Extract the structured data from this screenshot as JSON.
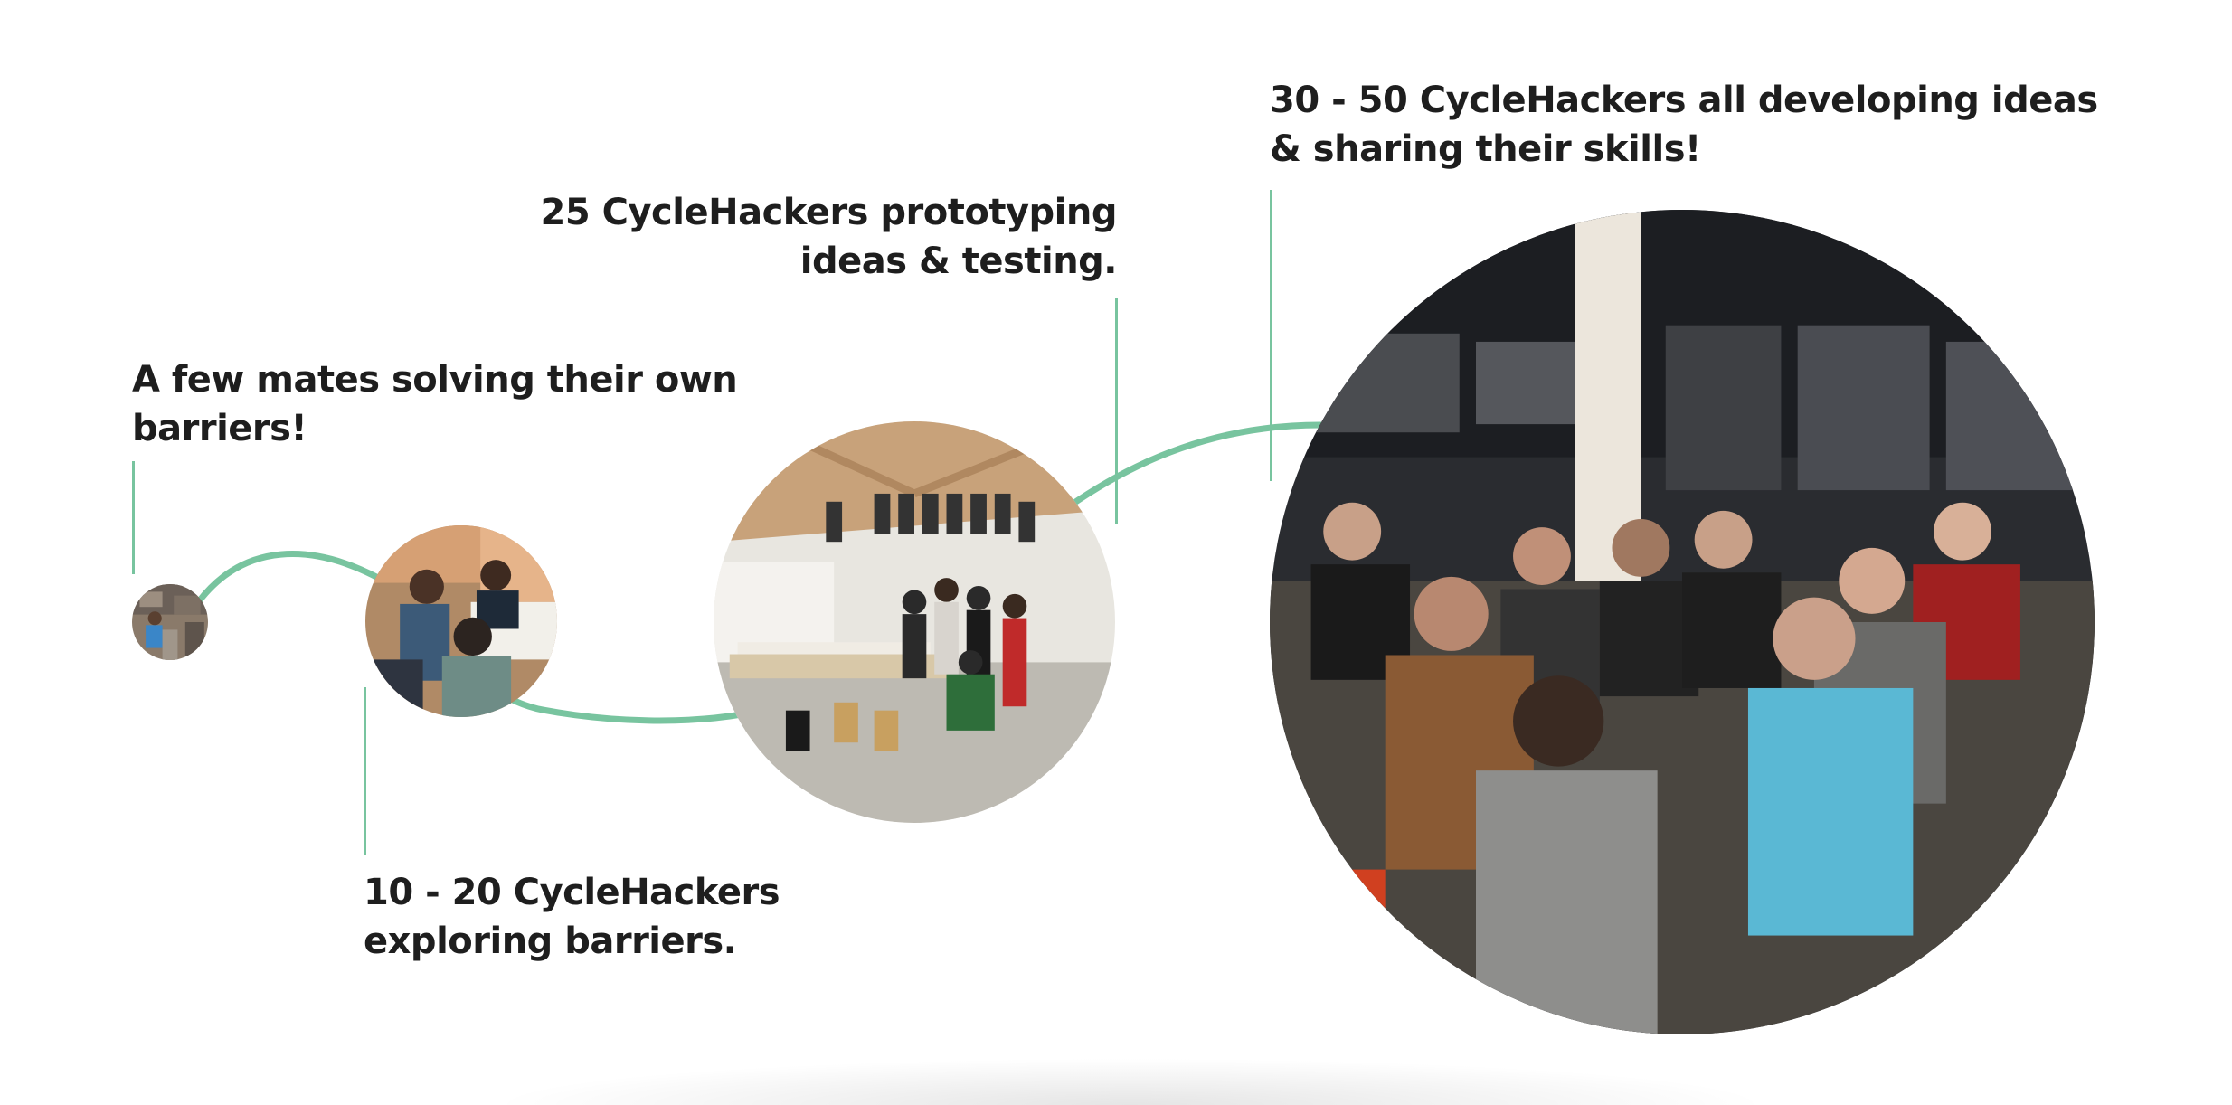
{
  "stages": [
    {
      "caption_line1": "A few mates solving their own",
      "caption_line2": "barriers!",
      "photo_icon": "people-photo"
    },
    {
      "caption_line1": "10 - 20 CycleHackers",
      "caption_line2": "exploring barriers.",
      "photo_icon": "people-photo"
    },
    {
      "caption_line1": "25 CycleHackers prototyping",
      "caption_line2": "ideas & testing.",
      "photo_icon": "workshop-photo"
    },
    {
      "caption_line1": "30 - 50 CycleHackers all developing ideas",
      "caption_line2": "& sharing their skills!",
      "photo_icon": "audience-photo"
    }
  ],
  "colors": {
    "accent_green": "#78c49f",
    "text": "#1e1e1e",
    "background": "#ffffff"
  }
}
